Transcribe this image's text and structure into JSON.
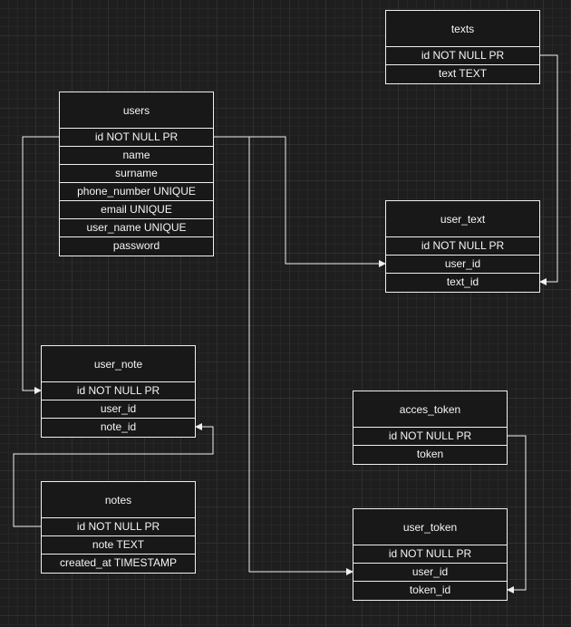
{
  "colors": {
    "background": "#1e1e1e",
    "grid": "#2f2f2f",
    "line": "#f0f0f0",
    "text": "#f5f5f5"
  },
  "tables": [
    {
      "id": "texts",
      "name": "texts",
      "fields": [
        "id  NOT NULL PR",
        "text TEXT"
      ]
    },
    {
      "id": "users",
      "name": "users",
      "fields": [
        "id  NOT NULL PR",
        "name",
        "surname",
        "phone_number UNIQUE",
        "email UNIQUE",
        "user_name UNIQUE",
        "password"
      ]
    },
    {
      "id": "user_text",
      "name": "user_text",
      "fields": [
        "id  NOT NULL PR",
        "user_id",
        "text_id"
      ]
    },
    {
      "id": "user_note",
      "name": "user_note",
      "fields": [
        "id  NOT NULL PR",
        "user_id",
        "note_id"
      ]
    },
    {
      "id": "acces_token",
      "name": "acces_token",
      "fields": [
        "id  NOT NULL PR",
        "token"
      ]
    },
    {
      "id": "notes",
      "name": "notes",
      "fields": [
        "id  NOT NULL PR",
        "note TEXT",
        "created_at TIMESTAMP"
      ]
    },
    {
      "id": "user_token",
      "name": "user_token",
      "fields": [
        "id  NOT NULL PR",
        "user_id",
        "token_id"
      ]
    }
  ]
}
